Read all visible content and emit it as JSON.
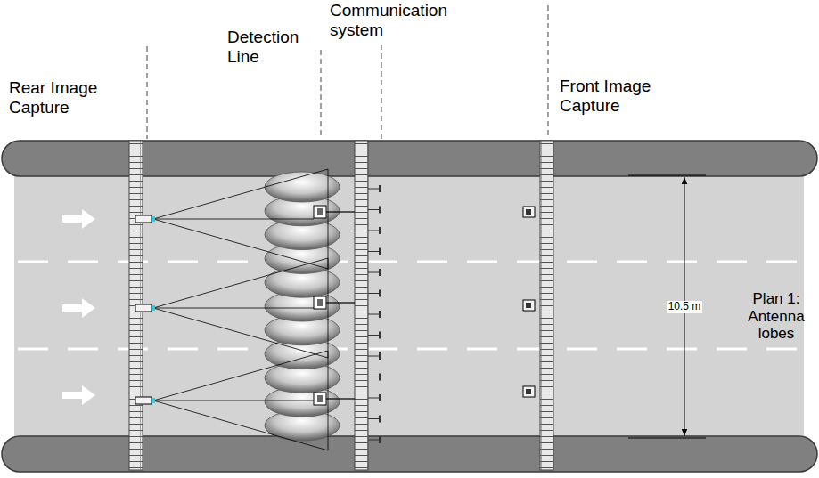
{
  "diagram": {
    "labels": [
      "Rear Image Capture",
      "Detection Line",
      "Communication system",
      "Front Image Capture",
      "10.5 m",
      "Plan 1: Antenna lobes"
    ]
  }
}
